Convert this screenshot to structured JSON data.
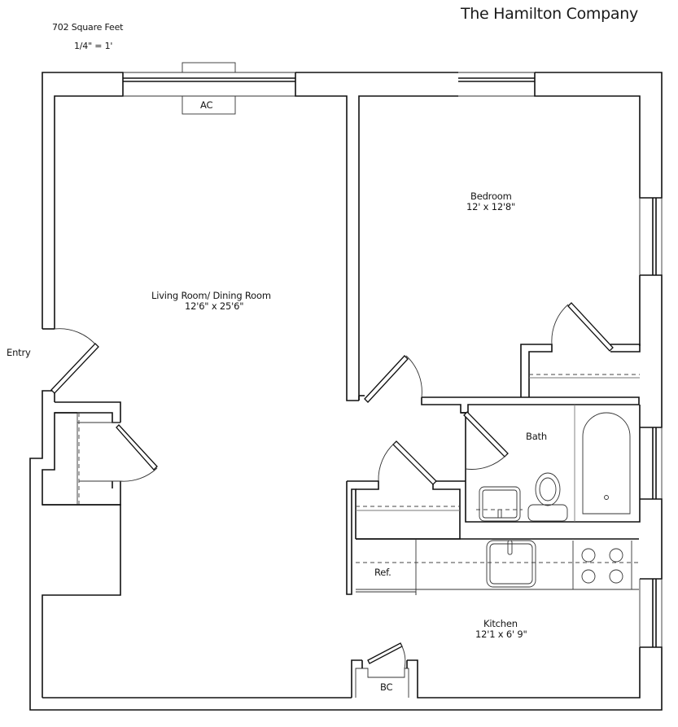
{
  "header": {
    "company": "The Hamilton Company",
    "area": "702 Square Feet",
    "scale": "1/4\" = 1'"
  },
  "rooms": {
    "living": {
      "name": "Living Room/ Dining Room",
      "size": "12'6\" x 25'6\""
    },
    "bedroom": {
      "name": "Bedroom",
      "size": "12' x 12'8\""
    },
    "bath": {
      "name": "Bath"
    },
    "kitchen": {
      "name": "Kitchen",
      "size": "12'1 x 6' 9\""
    }
  },
  "fixtures": {
    "ac": "AC",
    "ref": "Ref.",
    "bc": "BC",
    "entry": "Entry"
  },
  "colors": {
    "line": "#111111",
    "background": "#ffffff"
  }
}
